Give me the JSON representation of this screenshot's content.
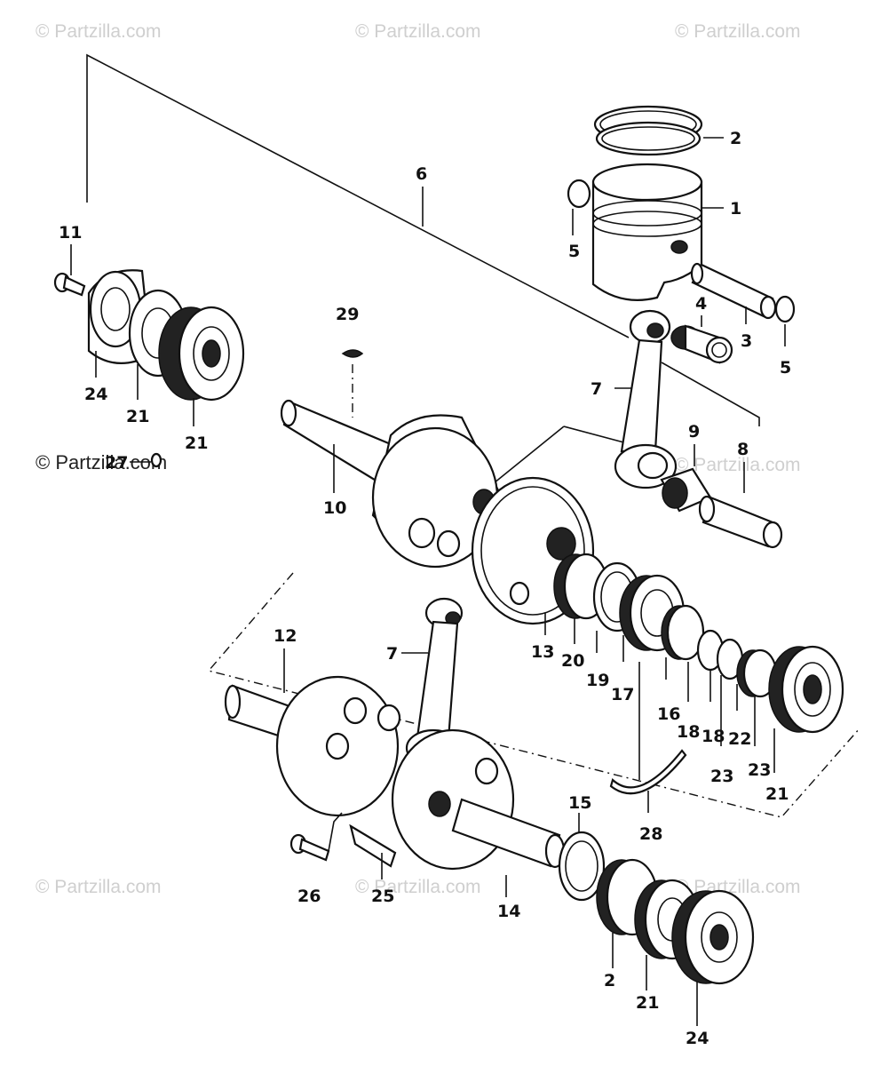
{
  "watermarks": {
    "text": "© Partzilla.com",
    "dark": "© Partzilla.com"
  },
  "callouts": {
    "p1": "1",
    "p2a": "2",
    "p2b": "2",
    "p3": "3",
    "p4": "4",
    "p5a": "5",
    "p5b": "5",
    "p6": "6",
    "p7a": "7",
    "p7b": "7",
    "p8": "8",
    "p9": "9",
    "p10": "10",
    "p11": "11",
    "p12": "12",
    "p13": "13",
    "p14": "14",
    "p15": "15",
    "p16": "16",
    "p17": "17",
    "p18a": "18",
    "p18b": "18",
    "p19": "19",
    "p20": "20",
    "p21a": "21",
    "p21b": "21",
    "p21c": "21",
    "p21d": "21",
    "p22": "22",
    "p23a": "23",
    "p23b": "23",
    "p24a": "24",
    "p24b": "24",
    "p25": "25",
    "p26": "26",
    "p27": "27",
    "p28": "28",
    "p29": "29"
  }
}
